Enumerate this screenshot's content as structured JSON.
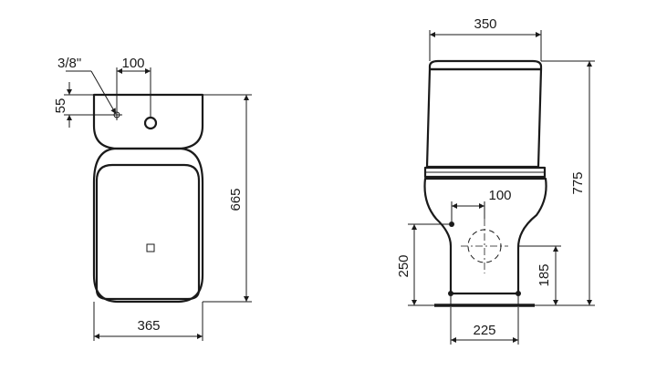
{
  "dimensions": {
    "front": {
      "width": "365",
      "height": "665",
      "inlet_size": "3/8\"",
      "inlet_offset": "100",
      "inlet_height": "55"
    },
    "side": {
      "tank_width": "350",
      "total_height": "775",
      "outlet_offset": "100",
      "outlet_height": "250",
      "fixing_height": "185",
      "base_width": "225"
    }
  }
}
